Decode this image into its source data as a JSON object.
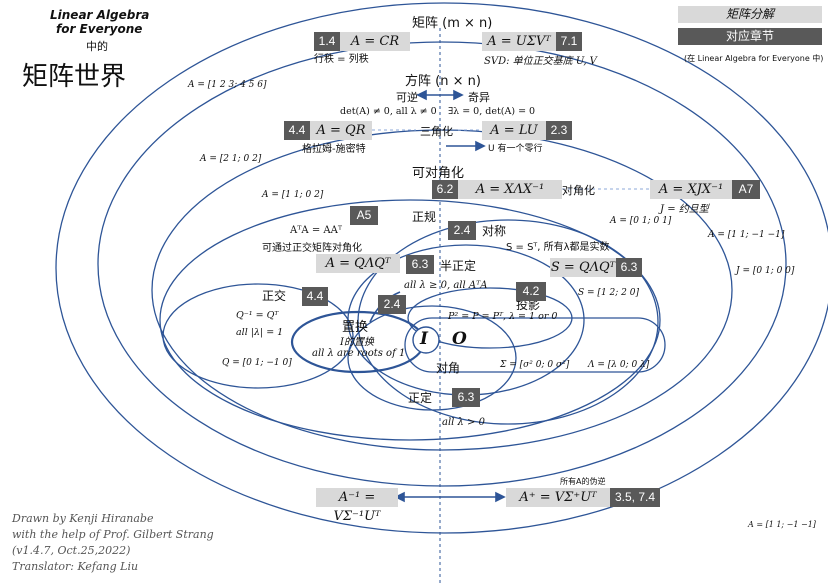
{
  "title": {
    "line1": "Linear Algebra",
    "line2": "for Everyone",
    "line3": "中的",
    "main": "矩阵世界"
  },
  "legend": {
    "decomposition": "矩阵分解",
    "chapter": "对应章节",
    "note": "(在 Linear Algebra for Everyone 中)"
  },
  "regions": {
    "all": "矩阵 (m × n)",
    "square": "方阵 (n × n)",
    "invertible": "可逆",
    "singular": "奇异",
    "invertible_cond": "det(A) ≠ 0, all λ ≠ 0",
    "singular_cond": "∃λ = 0, det(A) = 0",
    "triangular": "三角化",
    "diagonalizable": "可对角化",
    "diagonalization": "对角化",
    "normal": "正规",
    "normal_desc": "可通过正交矩阵对角化",
    "normal_eq": "AᵀA = AAᵀ",
    "symmetric": "对称",
    "symmetric_desc": "S = Sᵀ, 所有λ都是实数",
    "semidefinite": "半正定",
    "semidefinite_cond": "all λ ≥ 0, all AᵀA",
    "orthogonal": "正交",
    "orthogonal_cond1": "Q⁻¹ = Qᵀ",
    "orthogonal_cond2": "all |λ| = 1",
    "permutation": "置换",
    "permutation_desc": "I的置换",
    "permutation_cond": "all λ are roots of 1",
    "projection": "投影",
    "projection_cond": "P² = P = Pᵀ, λ = 1 or 0",
    "diagonal": "对角",
    "positive_definite": "正定",
    "positive_cond": "all λ > 0",
    "identity": "I",
    "zero": "O",
    "lu_note": "U 有一个零行",
    "qr_note": "格拉姆-施密特",
    "cr_note": "行秩 = 列秩",
    "svd_note": "SVD: 单位正交基底 U, V",
    "jordan_note": "J = 约旦型",
    "pinv_note": "所有A的伪逆"
  },
  "boxes": {
    "cr": "A = CR",
    "cr_ch": "1.4",
    "svd": "A = UΣVᵀ",
    "svd_ch": "7.1",
    "qr": "A = QR",
    "qr_ch": "4.4",
    "lu": "A = LU",
    "lu_ch": "2.3",
    "eig": "A = XΛX⁻¹",
    "eig_ch": "6.2",
    "jordan": "A = XJX⁻¹",
    "jordan_ch": "A7",
    "normal_ch": "A5",
    "normal_eq": "A = QΛQᵀ",
    "sym_ch": "2.4",
    "sym_eq": "S = QΛQᵀ",
    "sym_eq_ch": "6.3",
    "semi_ch": "6.3",
    "orth_ch": "4.4",
    "perm_ch": "2.4",
    "proj_ch": "4.2",
    "pd_ch": "6.3",
    "inv": "A⁻¹ = VΣ⁻¹Uᵀ",
    "pinv": "A⁺ = VΣ⁺Uᵀ",
    "pinv_ch": "3.5, 7.4"
  },
  "examples": {
    "ex1": "A = [1 2 3; 4 5 6]",
    "ex2": "A = [2 1; 0 2]",
    "ex3": "A = [1 1; 0 2]",
    "ex4": "A = [0 1; 0 1]",
    "ex5": "A = [1 1; −1 −1]",
    "ex6": "J = [0 1; 0 0]",
    "ex7": "S = [1 2; 2 0]",
    "ex8": "Q = [0 1; −1 0]",
    "ex9": "Σ = [σ² 0; 0 σ²]",
    "ex10": "Λ = [λ 0; 0 λ]",
    "ex11": "A = [1 1; −1 −1]"
  },
  "credits": {
    "line1": "Drawn by Kenji Hiranabe",
    "line2": "with the help of Prof. Gilbert Strang",
    "line3": "(v1.4.7, Oct.25,2022)",
    "line4": "Translator: Kefang Liu"
  }
}
